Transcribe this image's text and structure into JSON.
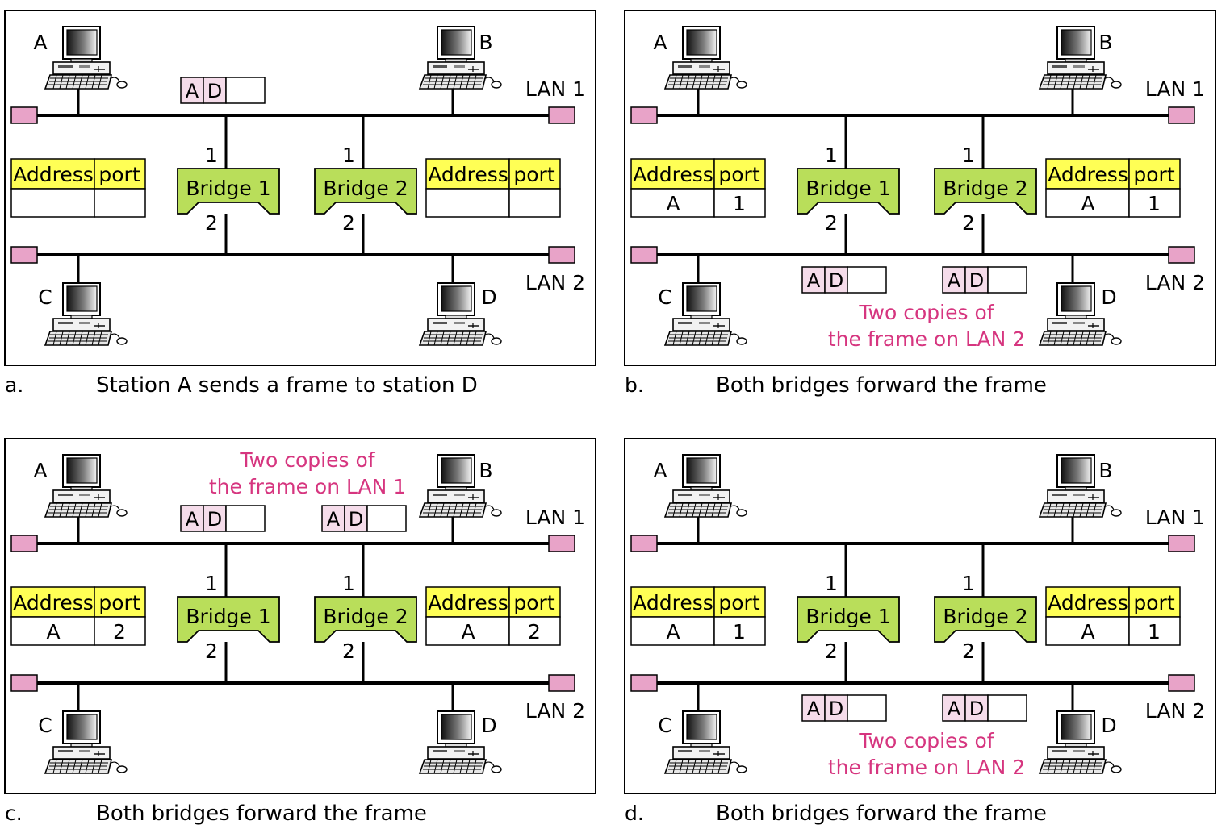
{
  "colors": {
    "accent_text": "#d6357f",
    "bridge_fill": "#b9de5a",
    "table_header_fill": "#ffff55",
    "terminator_fill": "#e8a3c8",
    "frame_cell_fill": "#f5dcea"
  },
  "panels": [
    {
      "letter": "a.",
      "caption": "Station A sends a frame to station D",
      "stations": [
        "A",
        "B",
        "C",
        "D"
      ],
      "lan1_label": "LAN 1",
      "lan2_label": "LAN 2",
      "bridges": [
        {
          "label": "Bridge 1",
          "port_top": "1",
          "port_bottom": "2"
        },
        {
          "label": "Bridge 2",
          "port_top": "1",
          "port_bottom": "2"
        }
      ],
      "tables": [
        {
          "h_address": "Address",
          "h_port": "port",
          "address": "",
          "port": ""
        },
        {
          "h_address": "Address",
          "h_port": "port",
          "address": "",
          "port": ""
        }
      ],
      "frames_lan1": [
        {
          "src": "A",
          "dst": "D"
        }
      ],
      "frames_lan2": [],
      "note": null
    },
    {
      "letter": "b.",
      "caption": "Both bridges forward the frame",
      "stations": [
        "A",
        "B",
        "C",
        "D"
      ],
      "lan1_label": "LAN 1",
      "lan2_label": "LAN 2",
      "bridges": [
        {
          "label": "Bridge 1",
          "port_top": "1",
          "port_bottom": "2"
        },
        {
          "label": "Bridge 2",
          "port_top": "1",
          "port_bottom": "2"
        }
      ],
      "tables": [
        {
          "h_address": "Address",
          "h_port": "port",
          "address": "A",
          "port": "1"
        },
        {
          "h_address": "Address",
          "h_port": "port",
          "address": "A",
          "port": "1"
        }
      ],
      "frames_lan1": [],
      "frames_lan2": [
        {
          "src": "A",
          "dst": "D"
        },
        {
          "src": "A",
          "dst": "D"
        }
      ],
      "note": {
        "line1": "Two copies of",
        "line2": "the frame on LAN 2"
      }
    },
    {
      "letter": "c.",
      "caption": "Both bridges forward the frame",
      "stations": [
        "A",
        "B",
        "C",
        "D"
      ],
      "lan1_label": "LAN 1",
      "lan2_label": "LAN 2",
      "bridges": [
        {
          "label": "Bridge 1",
          "port_top": "1",
          "port_bottom": "2"
        },
        {
          "label": "Bridge 2",
          "port_top": "1",
          "port_bottom": "2"
        }
      ],
      "tables": [
        {
          "h_address": "Address",
          "h_port": "port",
          "address": "A",
          "port": "2"
        },
        {
          "h_address": "Address",
          "h_port": "port",
          "address": "A",
          "port": "2"
        }
      ],
      "frames_lan1": [
        {
          "src": "A",
          "dst": "D"
        },
        {
          "src": "A",
          "dst": "D"
        }
      ],
      "frames_lan2": [],
      "note": {
        "line1": "Two copies of",
        "line2": "the frame on LAN 1"
      }
    },
    {
      "letter": "d.",
      "caption": "Both bridges forward the frame",
      "stations": [
        "A",
        "B",
        "C",
        "D"
      ],
      "lan1_label": "LAN 1",
      "lan2_label": "LAN 2",
      "bridges": [
        {
          "label": "Bridge 1",
          "port_top": "1",
          "port_bottom": "2"
        },
        {
          "label": "Bridge 2",
          "port_top": "1",
          "port_bottom": "2"
        }
      ],
      "tables": [
        {
          "h_address": "Address",
          "h_port": "port",
          "address": "A",
          "port": "1"
        },
        {
          "h_address": "Address",
          "h_port": "port",
          "address": "A",
          "port": "1"
        }
      ],
      "frames_lan1": [],
      "frames_lan2": [
        {
          "src": "A",
          "dst": "D"
        },
        {
          "src": "A",
          "dst": "D"
        }
      ],
      "note": {
        "line1": "Two copies of",
        "line2": "the frame on LAN 2"
      }
    }
  ]
}
